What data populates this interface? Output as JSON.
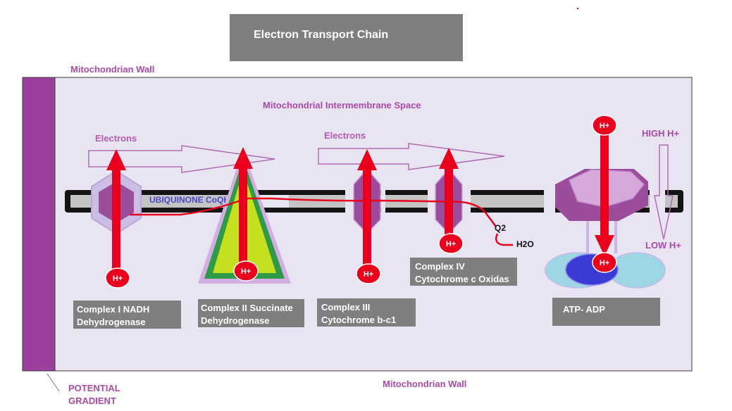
{
  "title": "Electron Transport Chain",
  "labels": {
    "wall_top": "Mitochondrian Wall",
    "wall_bottom": "Mitochondrian Wall",
    "intermembrane": "Mitochondrial Intermembrane Space",
    "electrons_1": "Electrons",
    "electrons_2": "Electrons",
    "ubiquinone": "UBIQUINONE CoQH",
    "o2": "Q2",
    "h2o": "H2O",
    "high": "HIGH H+",
    "low": "LOW H+",
    "gradient_1": "POTENTIAL",
    "gradient_2": "GRADIENT"
  },
  "proton": "H+",
  "complexes": [
    {
      "line1": "Complex I NADH",
      "line2": "Dehydrogenase"
    },
    {
      "line1": "Complex II Succinate",
      "line2": "Dehydrogenase"
    },
    {
      "line1": "Complex III",
      "line2": "Cytochrome b-c1"
    },
    {
      "line1": "Complex IV",
      "line2": "Cytochrome c Oxidas"
    },
    {
      "line1": "ATP- ADP"
    }
  ],
  "colors": {
    "wall": "#9c3f9c",
    "intermembrane": "#e8e4f2",
    "label_box": "#7f7f7f",
    "proton": "#e8001c",
    "label_text": "#a94aa9",
    "ubiquinone_text": "#4a4ac8"
  }
}
